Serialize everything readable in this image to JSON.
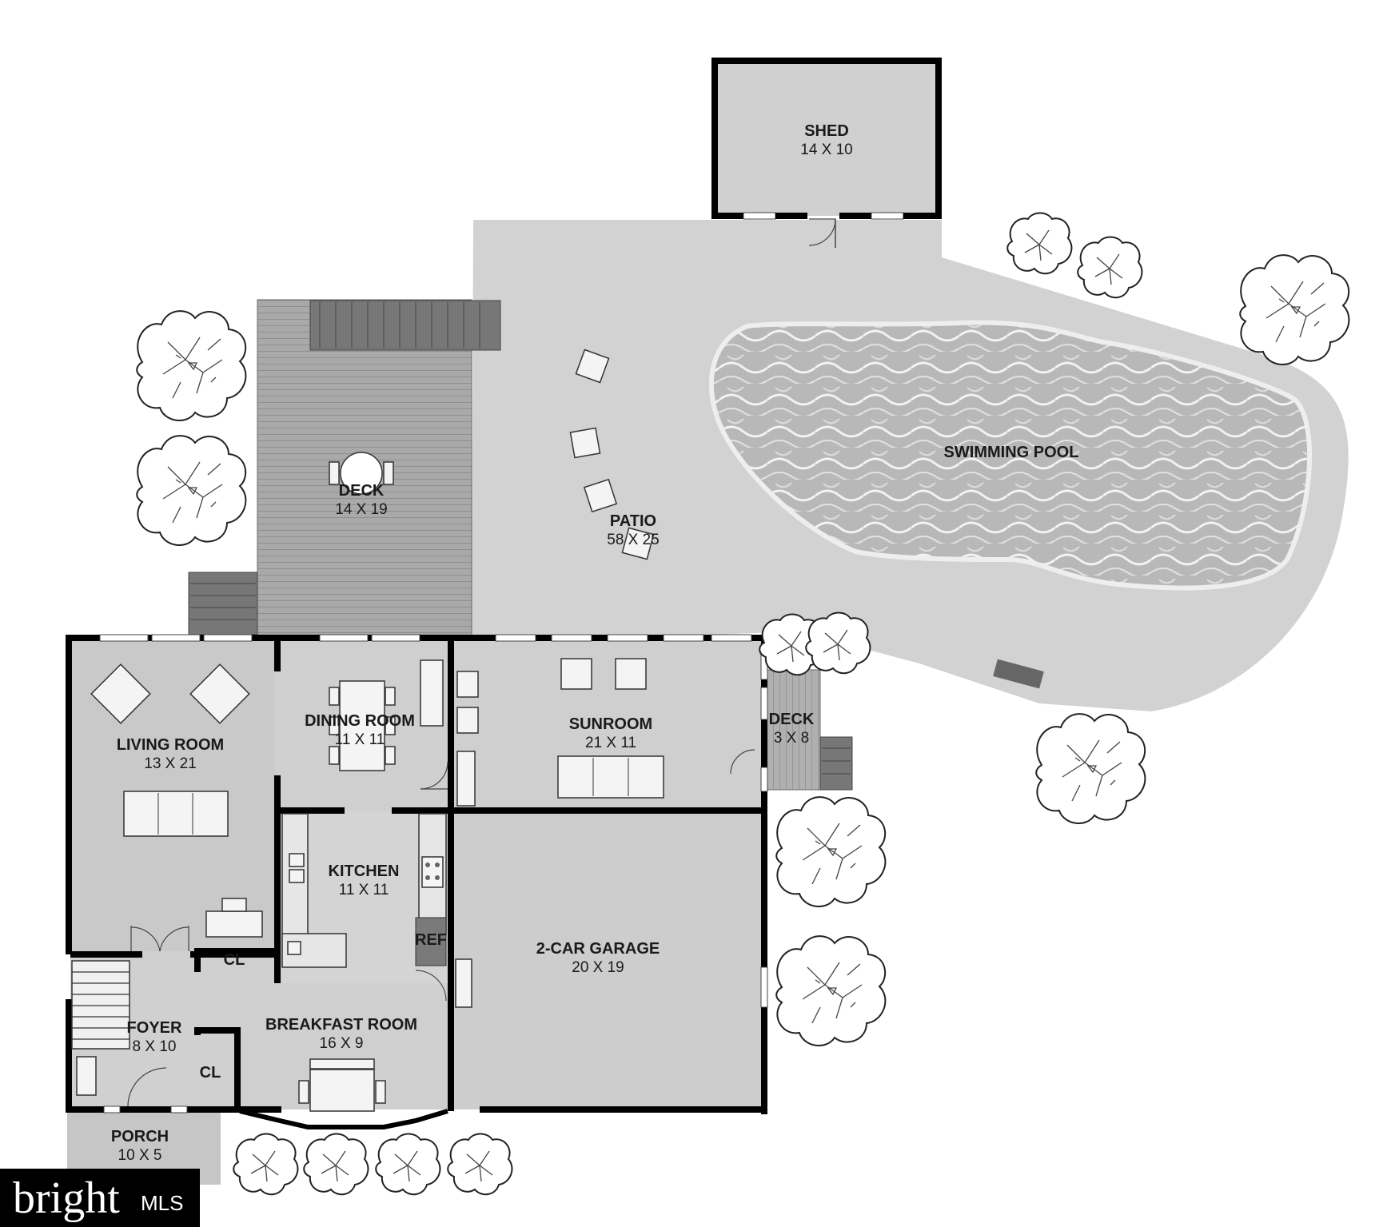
{
  "rooms": {
    "shed": {
      "name": "SHED",
      "dim": "14 X 10"
    },
    "swimming_pool": {
      "name": "SWIMMING POOL"
    },
    "deck_main": {
      "name": "DECK",
      "dim": "14 X 19"
    },
    "patio": {
      "name": "PATIO",
      "dim": "58 X 25"
    },
    "living_room": {
      "name": "LIVING ROOM",
      "dim": "13 X 21"
    },
    "dining_room": {
      "name": "DINING ROOM",
      "dim": "11 X 11"
    },
    "sunroom": {
      "name": "SUNROOM",
      "dim": "21 X 11"
    },
    "deck_small": {
      "name": "DECK",
      "dim": "3 X 8"
    },
    "kitchen": {
      "name": "KITCHEN",
      "dim": "11 X 11"
    },
    "ref": {
      "name": "REF"
    },
    "garage": {
      "name": "2-CAR GARAGE",
      "dim": "20 X 19"
    },
    "cl_upper": {
      "name": "CL"
    },
    "cl_lower": {
      "name": "CL"
    },
    "foyer": {
      "name": "FOYER",
      "dim": "8 X 10"
    },
    "breakfast": {
      "name": "BREAKFAST ROOM",
      "dim": "16 X 9"
    },
    "porch": {
      "name": "PORCH",
      "dim": "10 X 5"
    }
  },
  "logo": {
    "brand": "bright",
    "suffix": "MLS"
  },
  "colors": {
    "interior": "#cfcfcf",
    "patio": "#d4d4d4",
    "deck": "#a8a8a8",
    "pool": "#bdbdbd",
    "porch": "#c6c6c6",
    "wall": "#000000"
  }
}
